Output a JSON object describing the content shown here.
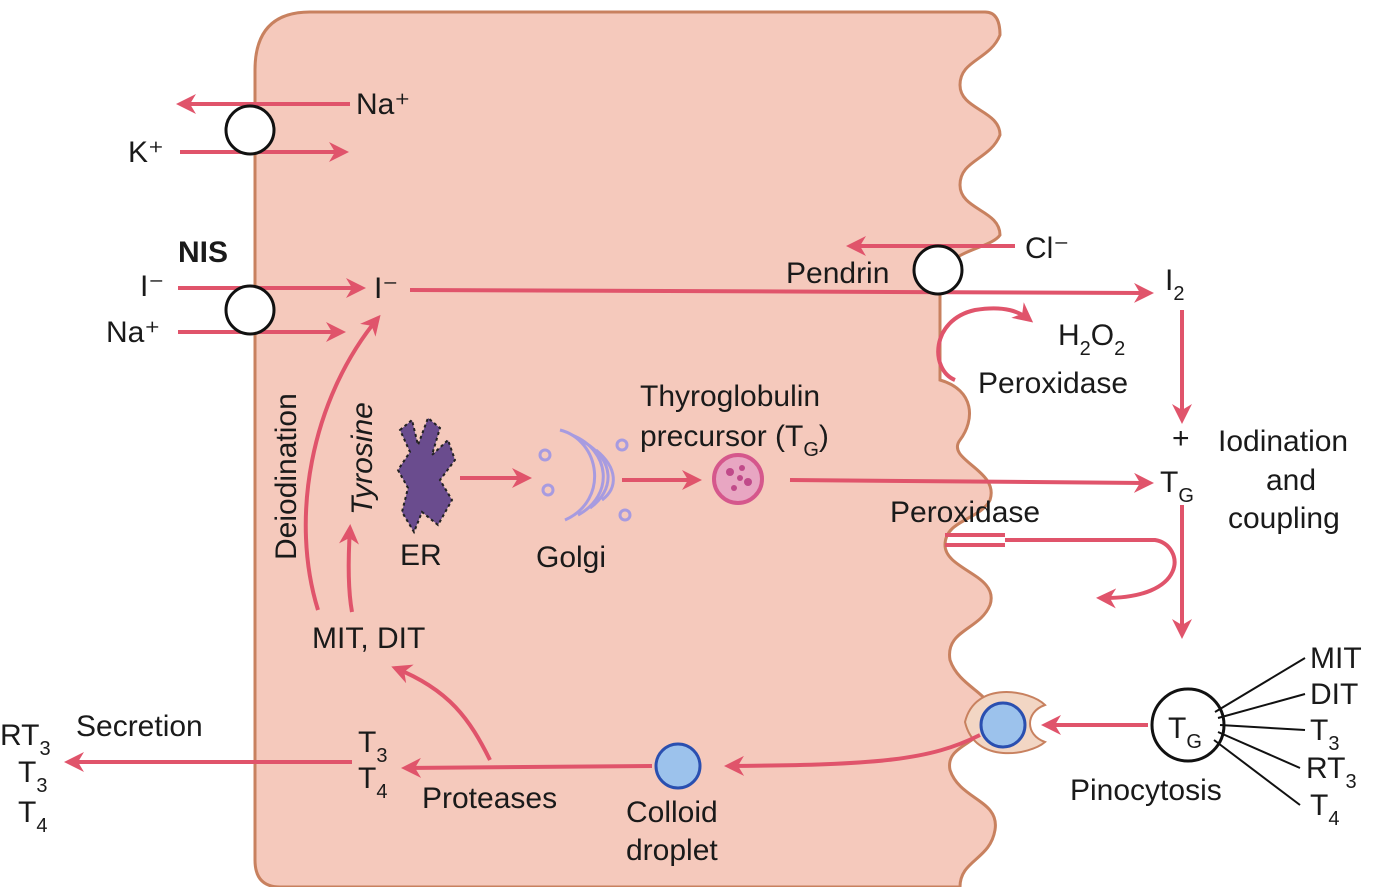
{
  "colors": {
    "cell_fill": "#f5c9bc",
    "cell_border": "#c8815f",
    "arrow": "#e0546b",
    "droplet": "#9cc2ec",
    "droplet_border": "#2a4fb0",
    "er": "#6a4c8e",
    "golgi": "#a79be0",
    "precursor": "#d5578c"
  },
  "labels": {
    "na_top": "Na⁺",
    "k": "K⁺",
    "nis": "NIS",
    "i_in": "I⁻",
    "na_nis": "Na⁺",
    "i_cell": "I⁻",
    "cl": "Cl⁻",
    "pendrin": "Pendrin",
    "i2_base": "I",
    "i2_sub": "2",
    "h2o2_h": "H",
    "h2o2_sub1": "2",
    "h2o2_o": "O",
    "h2o2_sub2": "2",
    "peroxidase_top": "Peroxidase",
    "plus": "+",
    "iodination": [
      "Iodination",
      "and",
      "coupling"
    ],
    "tg_base": "T",
    "tg_sub": "G",
    "thyroglobulin_line1": "Thyroglobulin",
    "thyroglobulin_line2": "precursor (T",
    "thyroglobulin_sub": "G",
    "thyroglobulin_close": ")",
    "peroxidase_mid": "Peroxidase",
    "deiodination": "Deiodination",
    "tyrosine": "Tyrosine",
    "er": "ER",
    "golgi": "Golgi",
    "mit_dit": "MIT, DIT",
    "secretion": "Secretion",
    "rt3": "RT",
    "t3": "T",
    "t4": "T",
    "sub3": "3",
    "sub4": "4",
    "proteases": "Proteases",
    "colloid_droplet": [
      "Colloid",
      "droplet"
    ],
    "pinocytosis": "Pinocytosis",
    "tg_circle_base": "T",
    "tg_circle_sub": "G",
    "fan_labels": [
      "MIT",
      "DIT",
      "T",
      "RT",
      "T"
    ],
    "fan_subs": [
      "",
      "",
      "3",
      "3",
      "4"
    ]
  }
}
